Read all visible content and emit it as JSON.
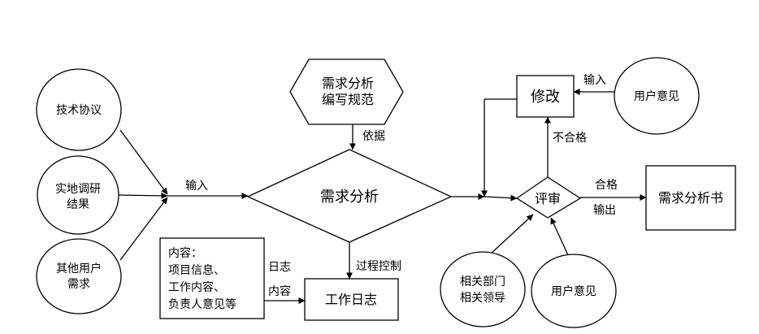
{
  "nodes": {
    "tech_agreement": "技术协议",
    "field_research": [
      "实地调研",
      "结果"
    ],
    "other_user_needs": [
      "其他用户",
      "需求"
    ],
    "analysis_spec": [
      "需求分析",
      "编写规范"
    ],
    "requirement_analysis": "需求分析",
    "work_log": "工作日志",
    "log_content": [
      "内容：",
      "项目信息、",
      "工作内容、",
      "负责人意见等"
    ],
    "review": "评审",
    "modify": "修改",
    "user_opinion_top": "用户意见",
    "user_opinion_bottom": "用户意见",
    "related_depts": [
      "相关部门",
      "相关领导"
    ],
    "spec_document": "需求分析书"
  },
  "labels": {
    "input_main": "输入",
    "basis": "依据",
    "process_control": "过程控制",
    "log": "日志",
    "content": "内容",
    "unqualified": "不合格",
    "input_modify": "输入",
    "qualified": "合格",
    "output": "输出"
  }
}
